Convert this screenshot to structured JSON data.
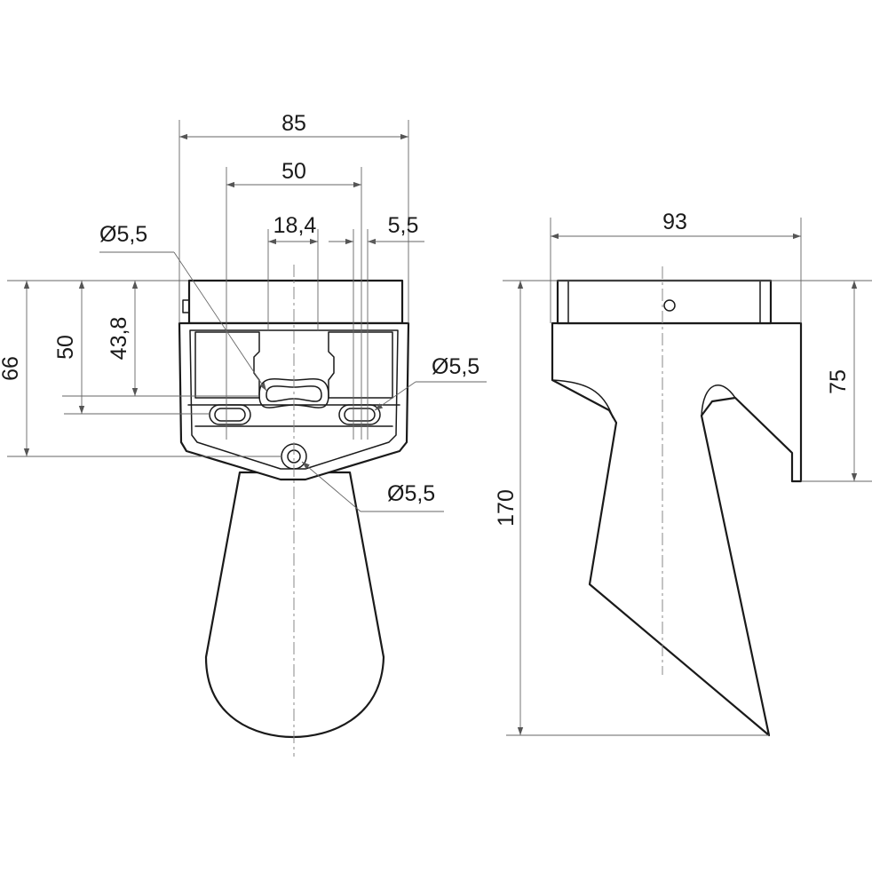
{
  "dimensions": {
    "front_width_overall": "85",
    "front_hole_spacing": "50",
    "front_slot_spacing": "18,4",
    "front_offset": "5,5",
    "front_hole_top": "Ø5,5",
    "front_hole_right": "Ø5,5",
    "front_hole_bottom": "Ø5,5",
    "front_height_66": "66",
    "front_height_50": "50",
    "front_height_43_8": "43,8",
    "side_depth": "93",
    "side_height_total": "170",
    "side_bracket_height": "75"
  }
}
